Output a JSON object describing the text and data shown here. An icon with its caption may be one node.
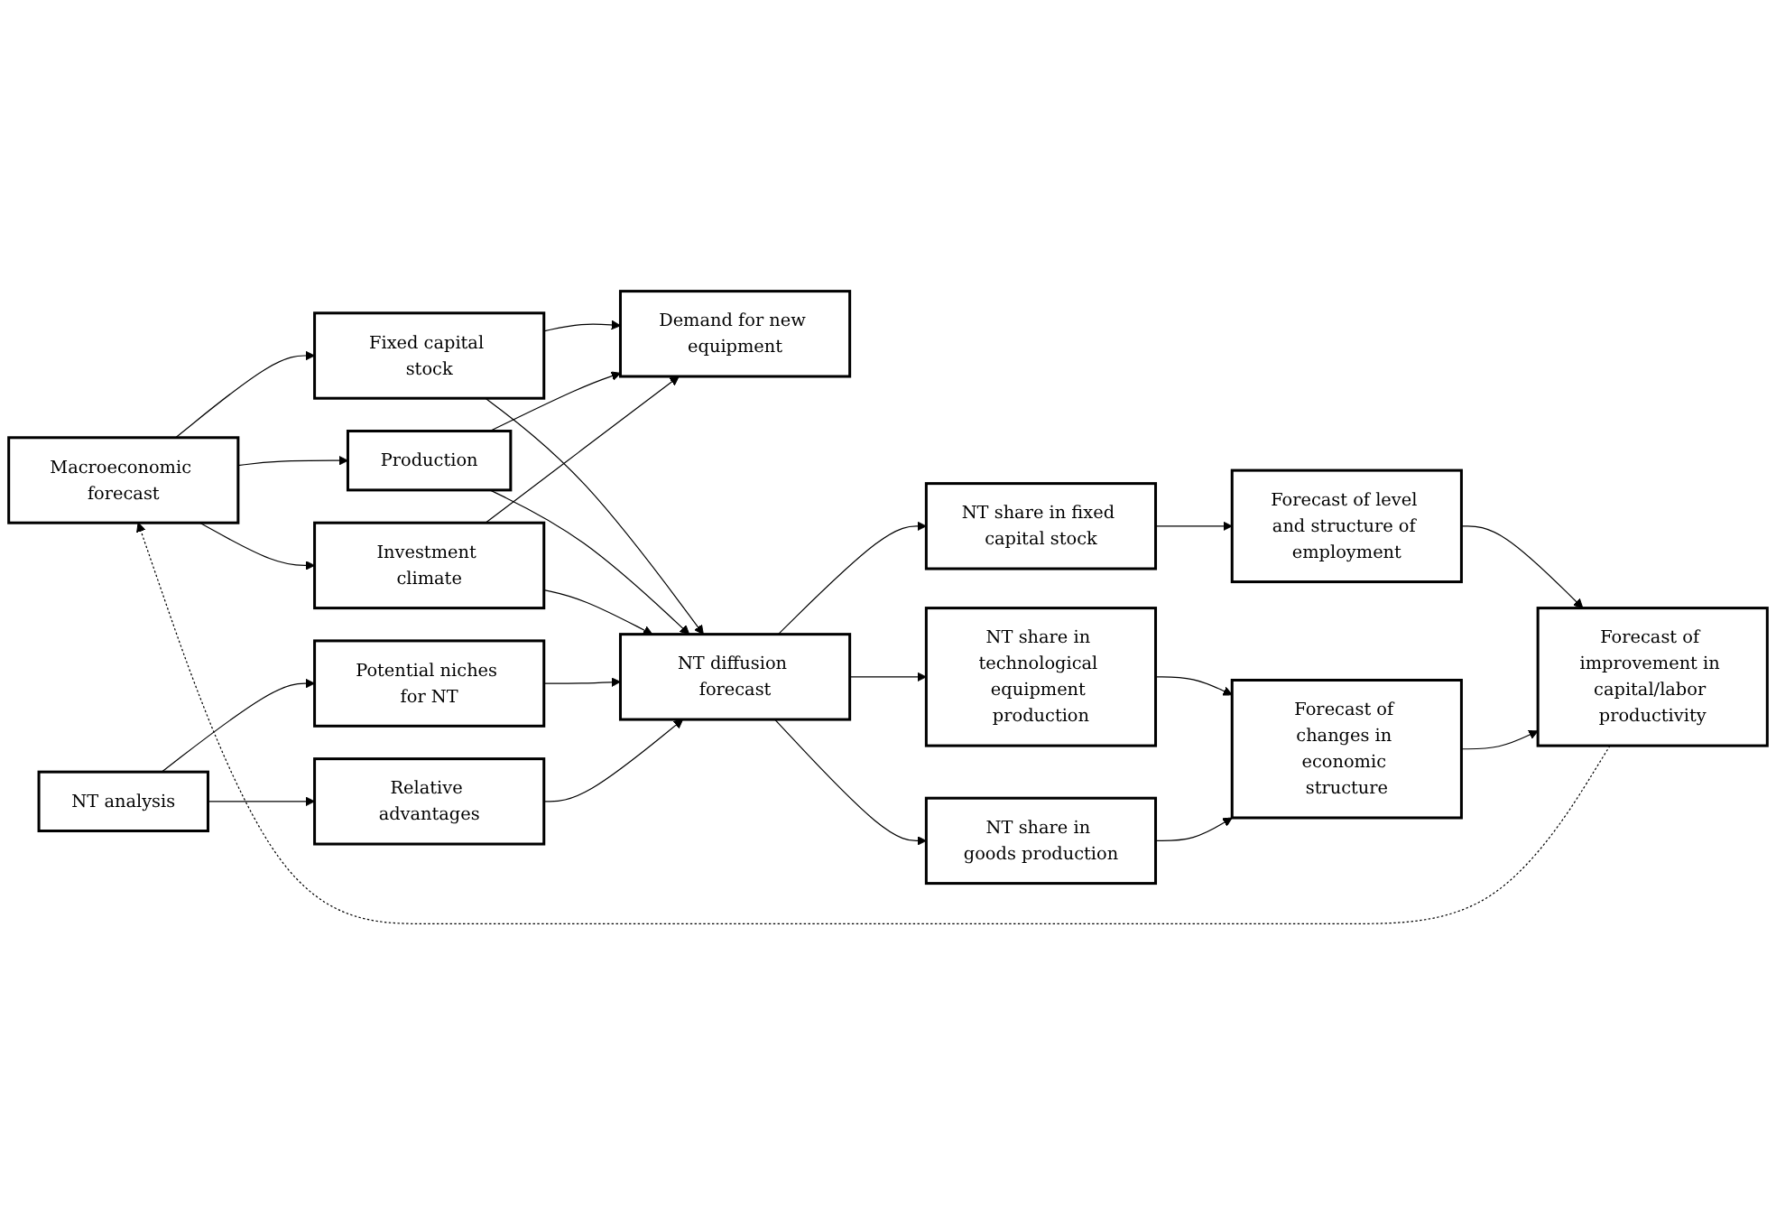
{
  "diagram": {
    "nodes": [
      {
        "text": [
          "Macroeconomic forecast"
        ]
      },
      {
        "text": [
          "Fixed capital stock"
        ]
      },
      {
        "text": [
          "Production"
        ]
      },
      {
        "text": [
          "Investment climate"
        ]
      },
      {
        "text": [
          "Demand for new equipment"
        ]
      },
      {
        "text": [
          "NT analysis"
        ]
      },
      {
        "text": [
          "Potential niches for NT"
        ]
      },
      {
        "text": [
          "Relative advantages"
        ]
      },
      {
        "text": [
          "NT diffusion forecast"
        ]
      },
      {
        "text": [
          "NT share in technological equipment production"
        ]
      },
      {
        "text": [
          "NT share in goods production"
        ]
      },
      {
        "text": [
          "NT share in fixed capital stock"
        ]
      },
      {
        "text": [
          "Forecast of level and structure of employment"
        ]
      },
      {
        "text": [
          "Forecast of improvement in capital/labor productivity"
        ]
      },
      {
        "text": [
          "Forecast of changes in economic structure"
        ]
      }
    ],
    "edges": [
      {
        "from": 0,
        "to": 1,
        "arrow": "to"
      },
      {
        "from": 0,
        "to": 2,
        "arrow": "to"
      },
      {
        "from": 0,
        "to": 3,
        "arrow": "to"
      },
      {
        "from": 1,
        "to": 4,
        "arrow": "to"
      },
      {
        "from": 2,
        "to": 4,
        "arrow": "to"
      },
      {
        "from": 3,
        "to": 4,
        "arrow": "to"
      },
      {
        "from": 1,
        "to": 8,
        "arrow": "to"
      },
      {
        "from": 2,
        "to": 8,
        "arrow": "to"
      },
      {
        "from": 3,
        "to": 8,
        "arrow": "to"
      },
      {
        "from": 5,
        "to": 6,
        "arrow": "to"
      },
      {
        "from": 5,
        "to": 7,
        "arrow": "to"
      },
      {
        "from": 6,
        "to": 8,
        "arrow": "to"
      },
      {
        "from": 7,
        "to": 8,
        "arrow": "to"
      },
      {
        "from": 8,
        "to": 9,
        "arrow": "to"
      },
      {
        "from": 8,
        "to": 10,
        "arrow": "to"
      },
      {
        "from": 8,
        "to": 11,
        "arrow": "to"
      },
      {
        "from": 9,
        "to": 14,
        "arrow": "to"
      },
      {
        "from": 10,
        "to": 14,
        "arrow": "to"
      },
      {
        "from": 11,
        "to": 12,
        "arrow": "to"
      },
      {
        "from": 12,
        "to": 13,
        "arrow": "to"
      },
      {
        "from": 14,
        "to": 13,
        "arrow": "to"
      },
      {
        "from": 13,
        "to": 0,
        "arrow": "to",
        "style": "dashed"
      }
    ]
  }
}
